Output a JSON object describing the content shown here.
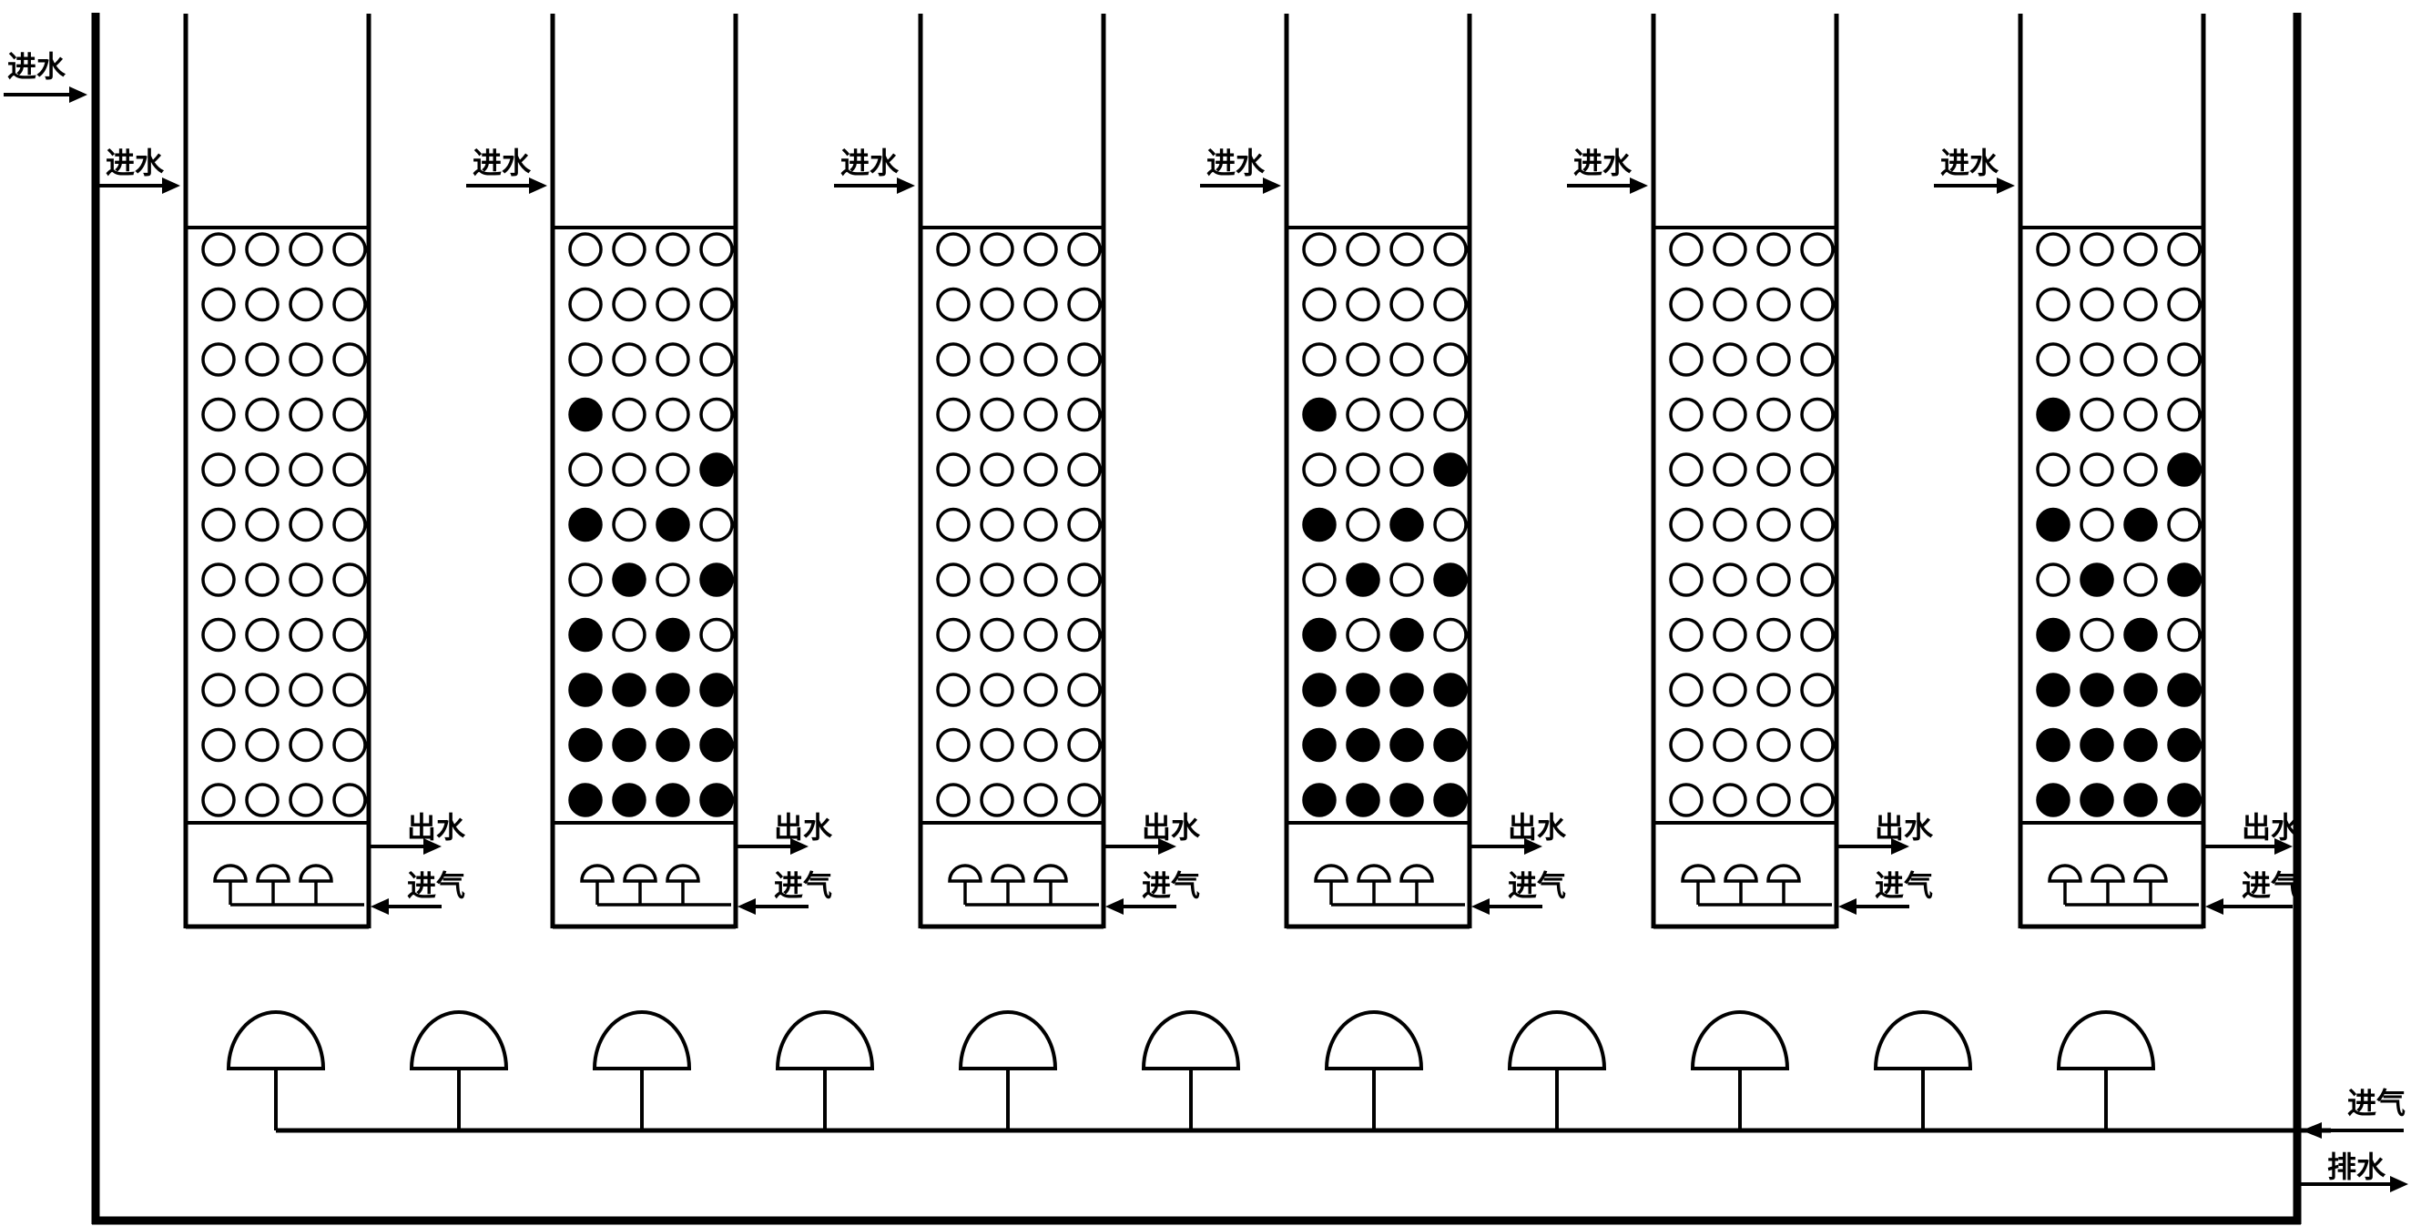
{
  "labels": {
    "water_in": "进水",
    "water_out": "出水",
    "air_in": "进气",
    "drain": "排水"
  },
  "columns": [
    {
      "filled": [
        [
          0,
          0,
          0,
          0
        ],
        [
          0,
          0,
          0,
          0
        ],
        [
          0,
          0,
          0,
          0
        ],
        [
          0,
          0,
          0,
          0
        ],
        [
          0,
          0,
          0,
          0
        ],
        [
          0,
          0,
          0,
          0
        ],
        [
          0,
          0,
          0,
          0
        ],
        [
          0,
          0,
          0,
          0
        ],
        [
          0,
          0,
          0,
          0
        ],
        [
          0,
          0,
          0,
          0
        ],
        [
          0,
          0,
          0,
          0
        ]
      ]
    },
    {
      "filled": [
        [
          0,
          0,
          0,
          0
        ],
        [
          0,
          0,
          0,
          0
        ],
        [
          0,
          0,
          0,
          0
        ],
        [
          1,
          0,
          0,
          0
        ],
        [
          0,
          0,
          0,
          1
        ],
        [
          1,
          0,
          1,
          0
        ],
        [
          0,
          1,
          0,
          1
        ],
        [
          1,
          0,
          1,
          0
        ],
        [
          1,
          1,
          1,
          1
        ],
        [
          1,
          1,
          1,
          1
        ],
        [
          1,
          1,
          1,
          1
        ]
      ]
    },
    {
      "filled": [
        [
          0,
          0,
          0,
          0
        ],
        [
          0,
          0,
          0,
          0
        ],
        [
          0,
          0,
          0,
          0
        ],
        [
          0,
          0,
          0,
          0
        ],
        [
          0,
          0,
          0,
          0
        ],
        [
          0,
          0,
          0,
          0
        ],
        [
          0,
          0,
          0,
          0
        ],
        [
          0,
          0,
          0,
          0
        ],
        [
          0,
          0,
          0,
          0
        ],
        [
          0,
          0,
          0,
          0
        ],
        [
          0,
          0,
          0,
          0
        ]
      ]
    },
    {
      "filled": [
        [
          0,
          0,
          0,
          0
        ],
        [
          0,
          0,
          0,
          0
        ],
        [
          0,
          0,
          0,
          0
        ],
        [
          1,
          0,
          0,
          0
        ],
        [
          0,
          0,
          0,
          1
        ],
        [
          1,
          0,
          1,
          0
        ],
        [
          0,
          1,
          0,
          1
        ],
        [
          1,
          0,
          1,
          0
        ],
        [
          1,
          1,
          1,
          1
        ],
        [
          1,
          1,
          1,
          1
        ],
        [
          1,
          1,
          1,
          1
        ]
      ]
    },
    {
      "filled": [
        [
          0,
          0,
          0,
          0
        ],
        [
          0,
          0,
          0,
          0
        ],
        [
          0,
          0,
          0,
          0
        ],
        [
          0,
          0,
          0,
          0
        ],
        [
          0,
          0,
          0,
          0
        ],
        [
          0,
          0,
          0,
          0
        ],
        [
          0,
          0,
          0,
          0
        ],
        [
          0,
          0,
          0,
          0
        ],
        [
          0,
          0,
          0,
          0
        ],
        [
          0,
          0,
          0,
          0
        ],
        [
          0,
          0,
          0,
          0
        ]
      ]
    },
    {
      "filled": [
        [
          0,
          0,
          0,
          0
        ],
        [
          0,
          0,
          0,
          0
        ],
        [
          0,
          0,
          0,
          0
        ],
        [
          1,
          0,
          0,
          0
        ],
        [
          0,
          0,
          0,
          1
        ],
        [
          1,
          0,
          1,
          0
        ],
        [
          0,
          1,
          0,
          1
        ],
        [
          1,
          0,
          1,
          0
        ],
        [
          1,
          1,
          1,
          1
        ],
        [
          1,
          1,
          1,
          1
        ],
        [
          1,
          1,
          1,
          1
        ]
      ]
    }
  ],
  "bottom_diffuser_count": 11,
  "colors": {
    "line": "#000000",
    "background": "#ffffff"
  }
}
